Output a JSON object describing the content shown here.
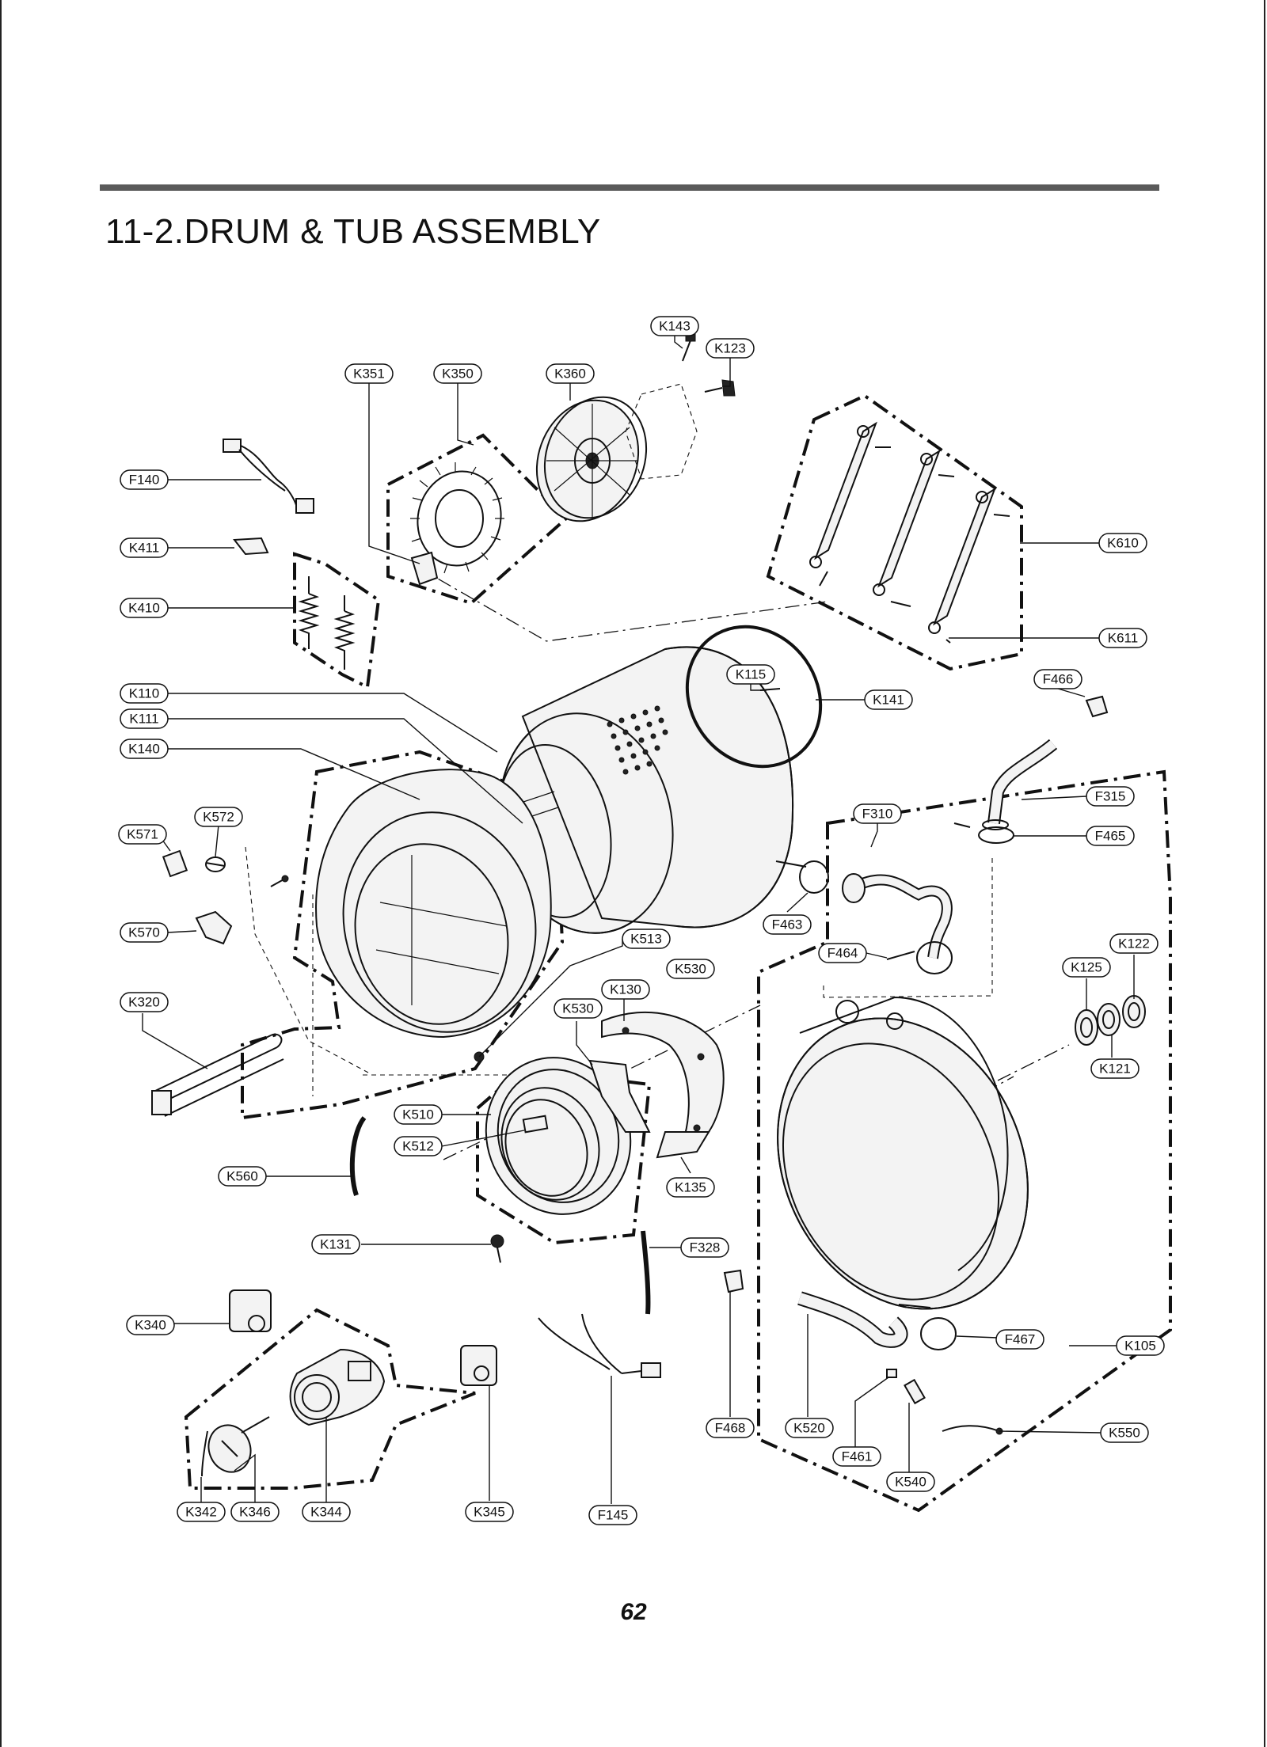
{
  "title": "11-2.DRUM & TUB ASSEMBLY",
  "page_number": "62",
  "labels": {
    "K143": "K143",
    "K123": "K123",
    "K351": "K351",
    "K350": "K350",
    "K360": "K360",
    "F140": "F140",
    "K411": "K411",
    "K410": "K410",
    "K610": "K610",
    "K611": "K611",
    "K110": "K110",
    "K111": "K111",
    "K140": "K140",
    "K115": "K115",
    "K141": "K141",
    "F466": "F466",
    "F315": "F315",
    "F310": "F310",
    "F465": "F465",
    "K571": "K571",
    "K572": "K572",
    "F463": "F463",
    "K570": "K570",
    "K513": "K513",
    "K530a": "K530",
    "F464": "F464",
    "K122": "K122",
    "K125": "K125",
    "K320": "K320",
    "K130": "K130",
    "K530b": "K530",
    "K121": "K121",
    "K510": "K510",
    "K512": "K512",
    "K560": "K560",
    "K135": "K135",
    "K131": "K131",
    "F328": "F328",
    "K340": "K340",
    "F467": "F467",
    "K105": "K105",
    "F468": "F468",
    "K520": "K520",
    "K550": "K550",
    "F461": "F461",
    "K540": "K540",
    "K342": "K342",
    "K346": "K346",
    "K344": "K344",
    "K345": "K345",
    "F145": "F145"
  }
}
